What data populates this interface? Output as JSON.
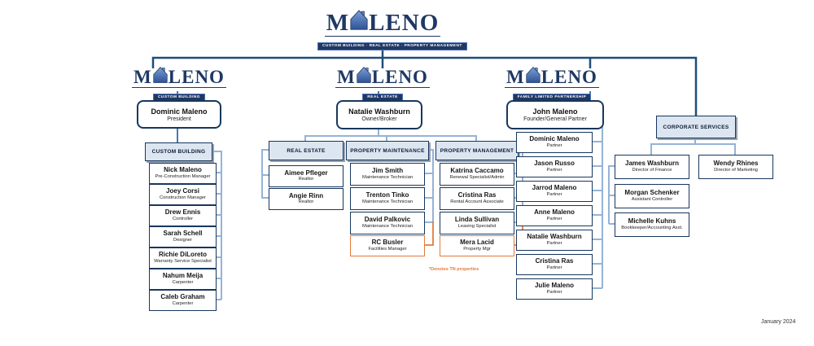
{
  "page": {
    "date_label": "January 2024",
    "footnote": "*Denotes TN properties"
  },
  "logo": {
    "prefix": "M",
    "suffix": "LENO",
    "main_banner": "CUSTOM BUILDING · REAL ESTATE · PROPERTY MANAGEMENT"
  },
  "colors": {
    "navy": "#1F3864",
    "tree_line": "#1F4E79",
    "bracket_blue": "#95B3D7",
    "steel_blue": "#4779B5",
    "header_fill": "#DCE6F1",
    "accent_orange": "#E07C3E"
  },
  "custom_building": {
    "banner": "CUSTOM BUILDING",
    "leader": {
      "name": "Dominic Maleno",
      "title": "President"
    },
    "header": "CUSTOM BUILDING",
    "staff": [
      {
        "name": "Nick Maleno",
        "title": "Pre-Construction Manager"
      },
      {
        "name": "Joey Corsi",
        "title": "Construction Manager"
      },
      {
        "name": "Drew Ennis",
        "title": "Controller"
      },
      {
        "name": "Sarah Schell",
        "title": "Designer"
      },
      {
        "name": "Richie DiLoreto",
        "title": "Warranty Service Specialist"
      },
      {
        "name": "Nahum Meija",
        "title": "Carpenter"
      },
      {
        "name": "Caleb Graham",
        "title": "Carpenter"
      }
    ]
  },
  "real_estate": {
    "banner": "REAL ESTATE",
    "leader": {
      "name": "Natalie Washburn",
      "title": "Owner/Broker"
    },
    "teams": [
      {
        "header": "REAL ESTATE",
        "members": [
          {
            "name": "Aimee Pfleger",
            "title": "Realtor"
          },
          {
            "name": "Angie Rinn",
            "title": "Realtor"
          }
        ]
      },
      {
        "header": "PROPERTY MAINTENANCE",
        "members": [
          {
            "name": "Jim Smith",
            "title": "Maintenance Technician"
          },
          {
            "name": "Trenton Tinko",
            "title": "Maintenance Technician"
          },
          {
            "name": "David Palkovic",
            "title": "Maintenance Technician"
          },
          {
            "name": "RC Busler",
            "title": "Facilities Manager"
          }
        ]
      },
      {
        "header": "PROPERTY MANAGEMENT",
        "members": [
          {
            "name": "Katrina Caccamo",
            "title": "Renewal Specialist/Admin"
          },
          {
            "name": "Cristina Ras",
            "title": "Rental Account Associate"
          },
          {
            "name": "Linda Sullivan",
            "title": "Leasing Specialist"
          },
          {
            "name": "Mera Lacid",
            "title": "Property Mgr"
          }
        ]
      }
    ]
  },
  "family_partnership": {
    "banner": "FAMILY LIMITED PARTNERSHIP",
    "leader": {
      "name": "John Maleno",
      "title": "Founder/General Partner"
    },
    "partners": [
      {
        "name": "Dominic Maleno",
        "title": "Partner"
      },
      {
        "name": "Jason Russo",
        "title": "Partner"
      },
      {
        "name": "Jarrod Maleno",
        "title": "Partner"
      },
      {
        "name": "Anne Maleno",
        "title": "Partner"
      },
      {
        "name": "Natalie Washburn",
        "title": "Partner"
      },
      {
        "name": "Cristina Ras",
        "title": "Partner"
      },
      {
        "name": "Julie Maleno",
        "title": "Partner"
      }
    ]
  },
  "corporate_services": {
    "header": "CORPORATE SERVICES",
    "finance_team": [
      {
        "name": "James Washburn",
        "title": "Director of Finance"
      },
      {
        "name": "Morgan Schenker",
        "title": "Assistant Controller"
      },
      {
        "name": "Michelle Kuhns",
        "title": "Bookkeeper/Accounting Asst."
      }
    ],
    "marketing_team": [
      {
        "name": "Wendy Rhines",
        "title": "Director of Marketing"
      }
    ]
  }
}
